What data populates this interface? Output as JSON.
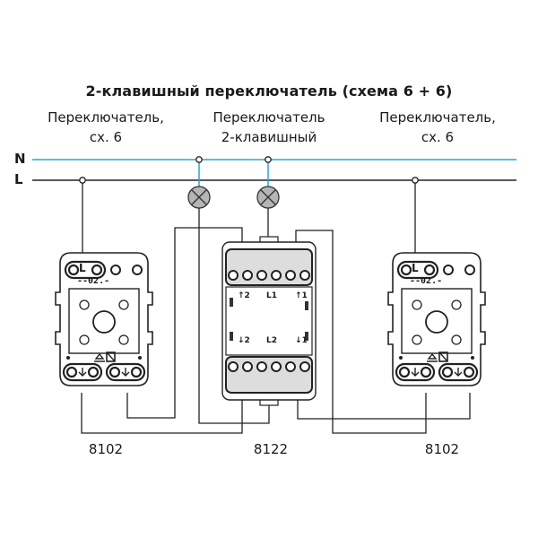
{
  "title": "2-клавишный переключатель (схема 6 + 6)",
  "devices": [
    {
      "label_line1": "Переключатель,",
      "label_line2": "сх. 6",
      "code": "8102",
      "marking": "--02.-"
    },
    {
      "label_line1": "Переключатель",
      "label_line2": "2-клавишный",
      "code": "8122",
      "terminals": [
        "↑2",
        "L1",
        "↑1",
        "↓2",
        "L2",
        "↓1"
      ]
    },
    {
      "label_line1": "Переключатель,",
      "label_line2": "сх. 6",
      "code": "8102",
      "marking": "--02.-"
    }
  ],
  "bus": {
    "neutral": "N",
    "line": "L"
  },
  "terminal_L": "L",
  "colors": {
    "neutral": "#2aa3d8",
    "wire": "#222222",
    "lamp": "#b5b5b5"
  }
}
